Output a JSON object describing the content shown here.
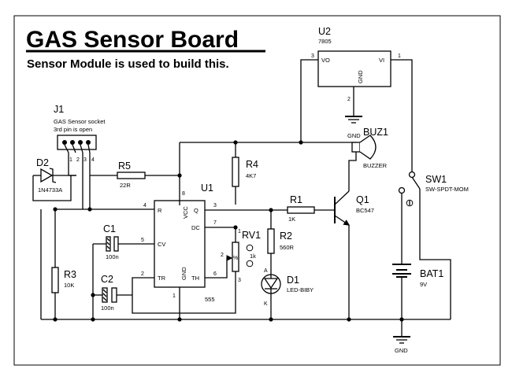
{
  "title": "GAS Sensor Board",
  "subtitle": "Sensor Module is used to build this.",
  "components": {
    "u2": {
      "ref": "U2",
      "value": "7805",
      "pin_vo": "VO",
      "pin_vi": "VI",
      "pin_gnd": "GND",
      "pin3": "3",
      "pin1": "1",
      "pin2": "2"
    },
    "gnd_u2": "GND",
    "j1": {
      "ref": "J1",
      "desc1": "GAS Sensor socket",
      "desc2": "3rd pin is open",
      "pins": [
        "1",
        "2",
        "3",
        "4"
      ]
    },
    "d2": {
      "ref": "D2",
      "value": "1N4733A"
    },
    "r5": {
      "ref": "R5",
      "value": "22R"
    },
    "r4": {
      "ref": "R4",
      "value": "4K7"
    },
    "buz1": {
      "ref": "BUZ1",
      "value": "BUZZER"
    },
    "sw1": {
      "ref": "SW1",
      "value": "SW-SPDT-MOM"
    },
    "u1": {
      "ref": "U1",
      "value": "555",
      "pin_r": "R",
      "pin_vcc": "VCC",
      "pin_q": "Q",
      "pin_dc": "DC",
      "pin_cv": "CV",
      "pin_tr": "TR",
      "pin_gnd": "GND",
      "pin_th": "TH",
      "num4": "4",
      "num8": "8",
      "num3": "3",
      "num7": "7",
      "num5": "5",
      "num2": "2",
      "num1": "1",
      "num6": "6"
    },
    "r1": {
      "ref": "R1",
      "value": "1K"
    },
    "q1": {
      "ref": "Q1",
      "value": "BC547"
    },
    "rv1": {
      "ref": "RV1",
      "value": "1k",
      "pct": "%",
      "p1": "1",
      "p2": "2",
      "p3": "3"
    },
    "r2": {
      "ref": "R2",
      "value": "560R"
    },
    "d1": {
      "ref": "D1",
      "value": "LED-BIBY",
      "a": "A",
      "k": "K"
    },
    "c1": {
      "ref": "C1",
      "value": "100n"
    },
    "c2": {
      "ref": "C2",
      "value": "100n"
    },
    "r3": {
      "ref": "R3",
      "value": "10K"
    },
    "bat1": {
      "ref": "BAT1",
      "value": "9V"
    },
    "gnd_bat": "GND"
  }
}
